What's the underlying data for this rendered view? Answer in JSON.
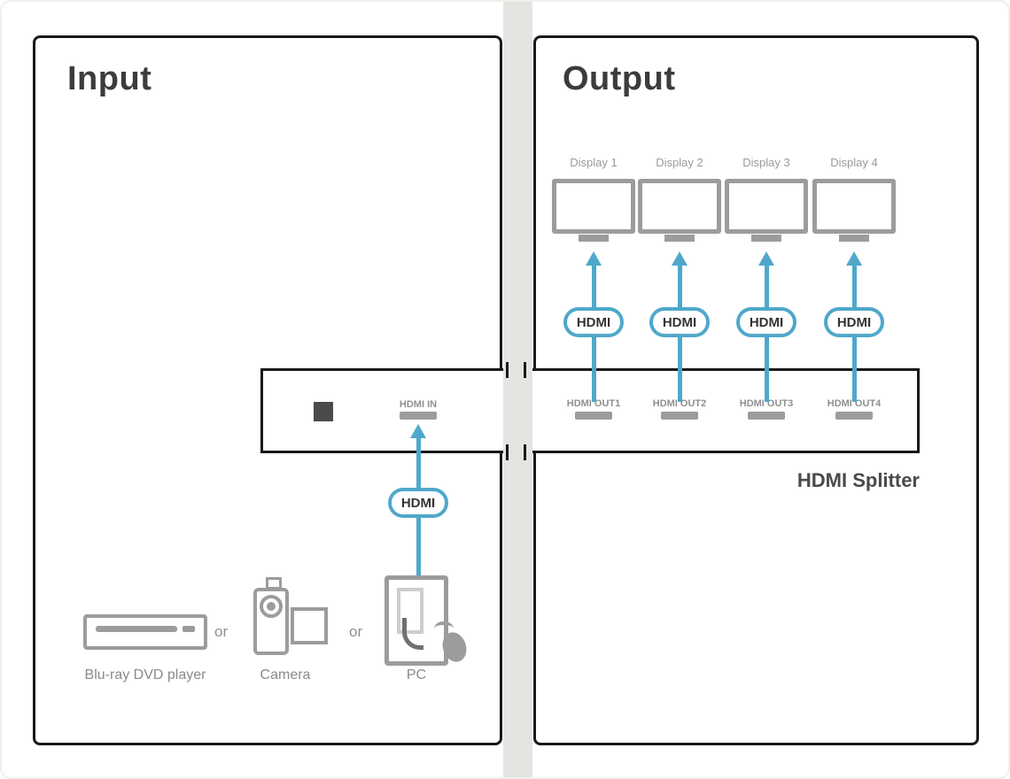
{
  "panels": {
    "input_title": "Input",
    "output_title": "Output"
  },
  "displays": [
    {
      "label": "Display 1"
    },
    {
      "label": "Display 2"
    },
    {
      "label": "Display 3"
    },
    {
      "label": "Display 4"
    }
  ],
  "hdmi_badges": {
    "in": "HDMI",
    "out": [
      "HDMI",
      "HDMI",
      "HDMI",
      "HDMI"
    ]
  },
  "splitter": {
    "name": "HDMI Splitter",
    "input_port_label": "HDMI IN",
    "output_port_labels": [
      "HDMI OUT1",
      "HDMI OUT2",
      "HDMI OUT3",
      "HDMI OUT4"
    ]
  },
  "sources": {
    "player_label": "Blu-ray DVD player",
    "camera_label": "Camera",
    "pc_label": "PC",
    "or": "or"
  },
  "colors": {
    "accent_blue": "#4FA8CB",
    "device_gray": "#9C9C9C",
    "outline_black": "#191919",
    "label_gray": "#8A8A8A",
    "divider_gray": "#E6E4E1"
  }
}
